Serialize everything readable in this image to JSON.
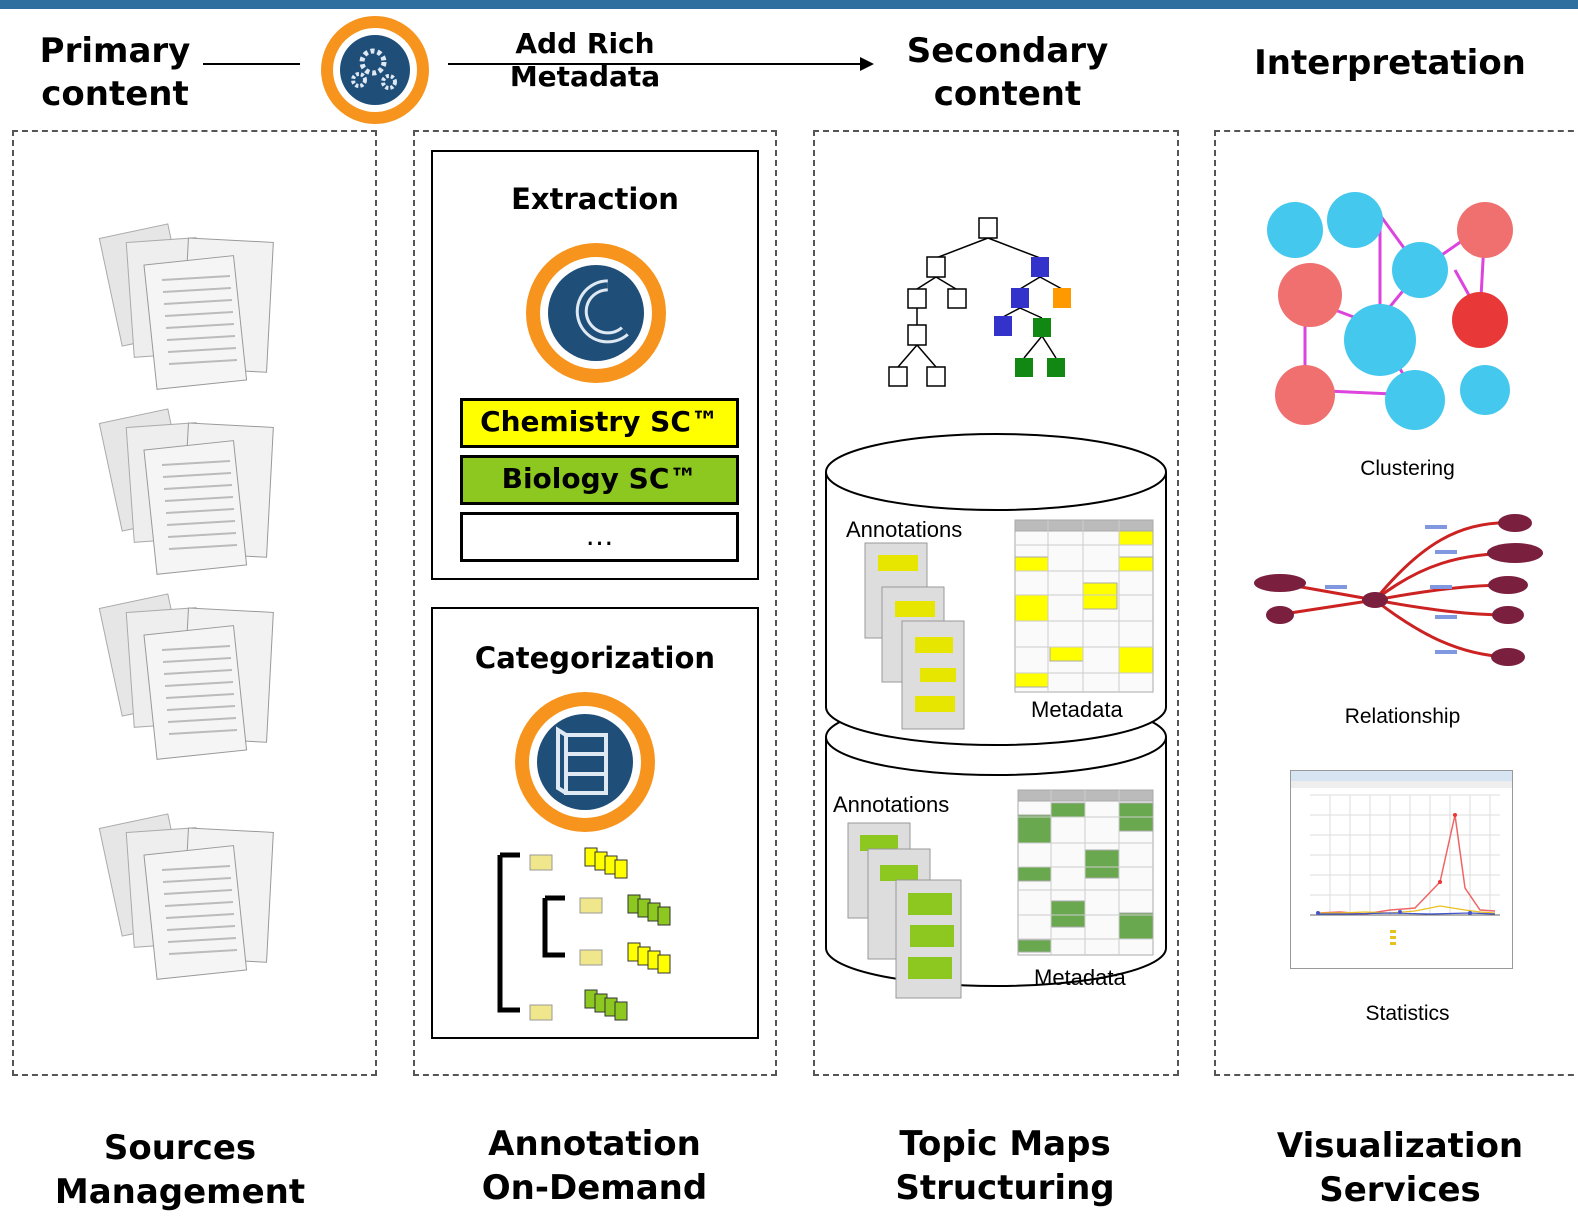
{
  "header": {
    "primary": [
      "Primary",
      "content"
    ],
    "arrow_label": [
      "Add Rich",
      "Metadata"
    ],
    "secondary": [
      "Secondary",
      "content"
    ],
    "interpretation": "Interpretation"
  },
  "annotation_panel": {
    "extraction_title": "Extraction",
    "modules": [
      "Chemistry SC™",
      "Biology SC™",
      "…"
    ],
    "categorization_title": "Categorization"
  },
  "topic_maps": {
    "top_db": {
      "annotations": "Annotations",
      "metadata": "Metadata"
    },
    "bottom_db": {
      "annotations": "Annotations",
      "metadata": "Metadata"
    }
  },
  "visualization": {
    "clustering": "Clustering",
    "relationship": "Relationship",
    "statistics": "Statistics"
  },
  "footer": {
    "sources": [
      "Sources",
      "Management"
    ],
    "annotation": [
      "Annotation",
      "On-Demand"
    ],
    "topic": [
      "Topic Maps",
      "Structuring"
    ],
    "visualization": [
      "Visualization",
      "Services"
    ]
  },
  "colors": {
    "top_bar": "#2f6f9f",
    "orange_ring": "#f7941d",
    "icon_navy": "#1f4e79",
    "chemistry_yellow": "#ffff00",
    "biology_green": "#8cc820",
    "tree_blue": "#3333cc",
    "tree_orange": "#ff9900",
    "tree_green": "#118811",
    "cluster_blue": "#44c8ee",
    "cluster_red": "#f07070",
    "cluster_edge": "#dd44dd",
    "relationship_red": "#cc2222",
    "relationship_node": "#7a1f3d"
  }
}
